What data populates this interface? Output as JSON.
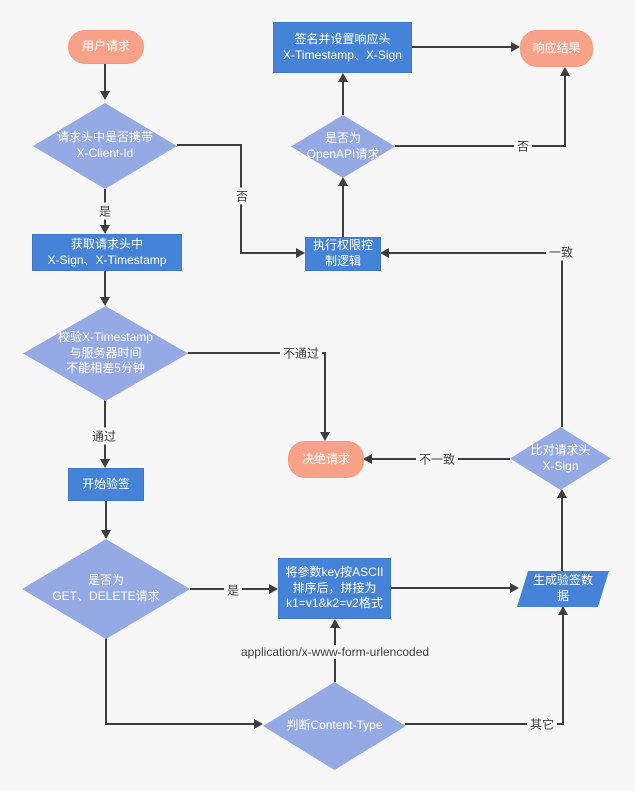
{
  "diagram": {
    "colors": {
      "background": "#f7f7f7",
      "process_fill": "#4583d9",
      "decision_fill": "#95a9e4",
      "terminal_fill": "#f9a28a",
      "line": "#3e3e3e",
      "node_text": "#ffffff",
      "label_text": "#3d3d3d"
    },
    "nodes": {
      "start": {
        "type": "terminal",
        "label": "用户请求"
      },
      "check_client_id": {
        "type": "decision",
        "label": "请求头中是否携带\nX-Client-Id"
      },
      "get_headers": {
        "type": "process",
        "label": "获取请求头中\nX-Sign、X-Timestamp"
      },
      "check_timestamp": {
        "type": "decision",
        "label": "校验X-Timestamp\n与服务器时间\n不能相差5分钟"
      },
      "start_verify": {
        "type": "process",
        "label": "开始验签"
      },
      "check_method": {
        "type": "decision",
        "label": "是否为\nGET、DELETE请求"
      },
      "sort_params": {
        "type": "process",
        "label": "将参数key按ASCII\n排序后，拼接为\nk1=v1&k2=v2格式"
      },
      "check_content_type": {
        "type": "decision",
        "label": "判断Content-Type"
      },
      "gen_sign_data": {
        "type": "io",
        "label": "生成验签数\n据"
      },
      "compare_sign": {
        "type": "decision",
        "label": "比对请求头\nX-Sign"
      },
      "reject": {
        "type": "terminal",
        "label": "决绝请求"
      },
      "perm_control": {
        "type": "process",
        "label": "执行权限控\n制逻辑"
      },
      "check_openapi": {
        "type": "decision",
        "label": "是否为\nOpenAPI请求"
      },
      "sign_response": {
        "type": "process",
        "label": "签名并设置响应头\nX-Timestamp、X-Sign"
      },
      "response": {
        "type": "terminal",
        "label": "响应结果"
      }
    },
    "edge_labels": {
      "yes1": "是",
      "no1": "否",
      "pass": "通过",
      "fail": "不通过",
      "yes2": "是",
      "form_urlencoded": "application/x-www-form-urlencoded",
      "other": "其它",
      "match": "一致",
      "mismatch": "不一致",
      "no2": "否"
    },
    "edges": [
      {
        "from": "start",
        "to": "check_client_id",
        "label": ""
      },
      {
        "from": "check_client_id",
        "to": "get_headers",
        "label": "是"
      },
      {
        "from": "check_client_id",
        "to": "perm_control",
        "label": "否"
      },
      {
        "from": "get_headers",
        "to": "check_timestamp",
        "label": ""
      },
      {
        "from": "check_timestamp",
        "to": "start_verify",
        "label": "通过"
      },
      {
        "from": "check_timestamp",
        "to": "reject",
        "label": "不通过"
      },
      {
        "from": "start_verify",
        "to": "check_method",
        "label": ""
      },
      {
        "from": "check_method",
        "to": "sort_params",
        "label": "是"
      },
      {
        "from": "check_method",
        "to": "check_content_type",
        "label": ""
      },
      {
        "from": "check_content_type",
        "to": "sort_params",
        "label": "application/x-www-form-urlencoded"
      },
      {
        "from": "check_content_type",
        "to": "gen_sign_data",
        "label": "其它"
      },
      {
        "from": "sort_params",
        "to": "gen_sign_data",
        "label": ""
      },
      {
        "from": "gen_sign_data",
        "to": "compare_sign",
        "label": ""
      },
      {
        "from": "compare_sign",
        "to": "reject",
        "label": "不一致"
      },
      {
        "from": "compare_sign",
        "to": "perm_control",
        "label": "一致"
      },
      {
        "from": "perm_control",
        "to": "check_openapi",
        "label": ""
      },
      {
        "from": "check_openapi",
        "to": "sign_response",
        "label": ""
      },
      {
        "from": "check_openapi",
        "to": "response",
        "label": "否"
      },
      {
        "from": "sign_response",
        "to": "response",
        "label": ""
      }
    ]
  }
}
